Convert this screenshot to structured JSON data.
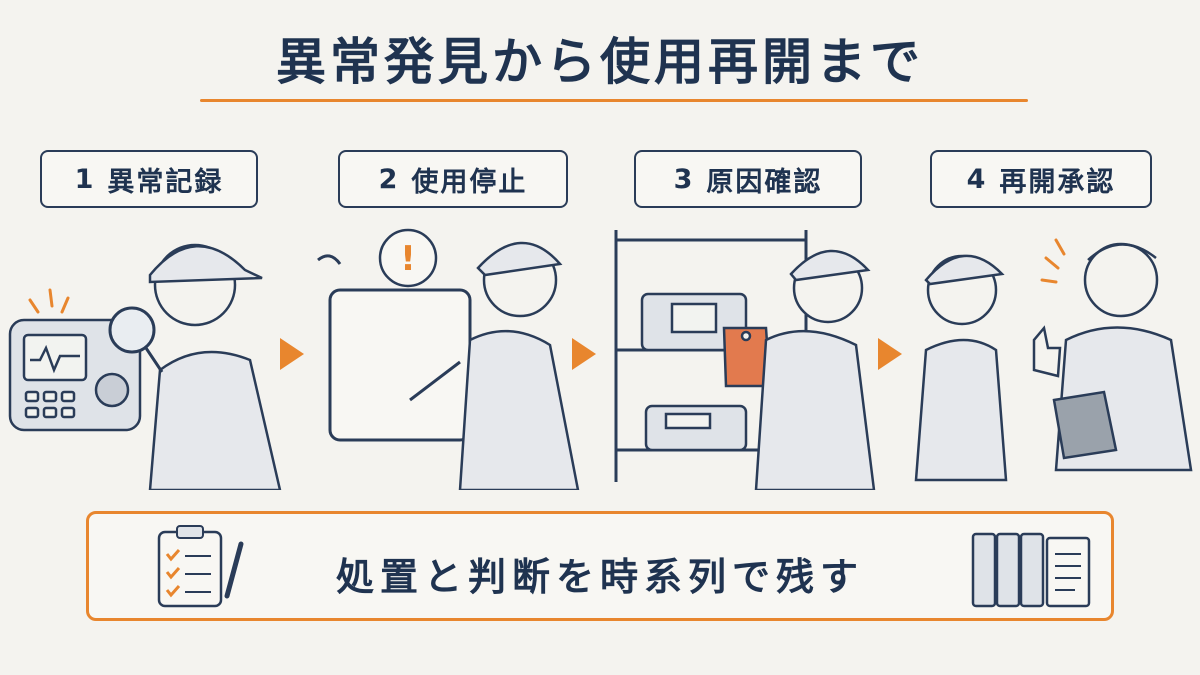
{
  "title": "異常発見から使用再開まで",
  "steps": [
    {
      "num": "1",
      "label": "異常記録"
    },
    {
      "num": "2",
      "label": "使用停止"
    },
    {
      "num": "3",
      "label": "原因確認"
    },
    {
      "num": "4",
      "label": "再開承認"
    }
  ],
  "alert_mark": "!",
  "summary": "処置と判断を時系列で残す",
  "colors": {
    "accent": "#e8862e",
    "navy": "#1f3350",
    "tag": "#e27a4e",
    "background": "#f4f3ef"
  }
}
